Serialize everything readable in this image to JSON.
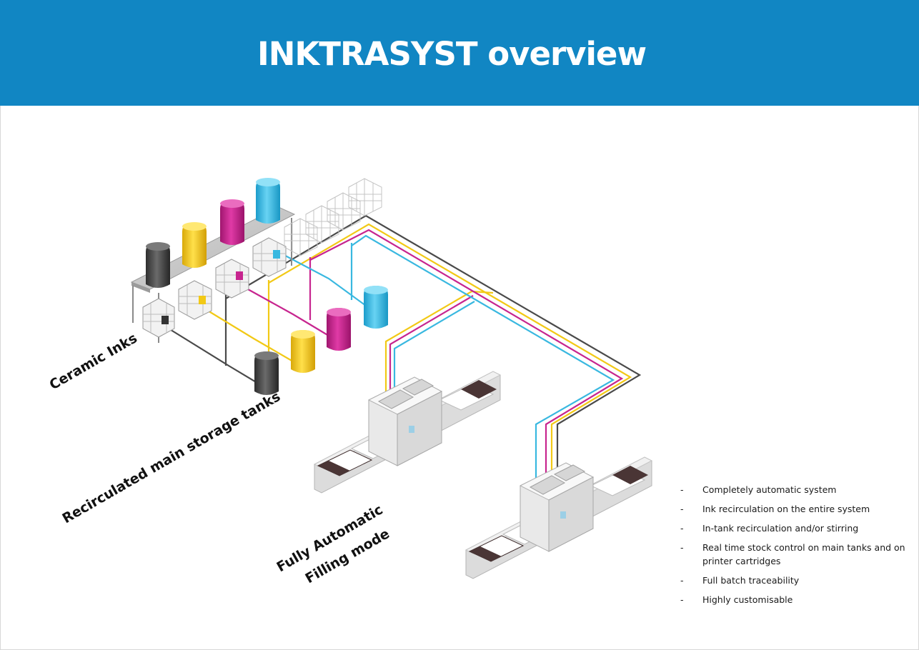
{
  "header": {
    "title": "INKTRASYST overview",
    "background": "#1186c3"
  },
  "labels": {
    "ceramic_inks": "Ceramic Inks",
    "storage_tanks": "Recirculated main storage tanks",
    "filling_line1": "Fully Automatic",
    "filling_line2": "Filling mode"
  },
  "ink_colors": {
    "black": "#4a4a4a",
    "yellow": "#f2c916",
    "magenta": "#c7258f",
    "cyan": "#39b8e0"
  },
  "features": {
    "bullet": "-",
    "items": [
      [
        "Completely automatic system"
      ],
      [
        "Ink recirculation on the entire system"
      ],
      [
        "In-tank recirculation and/or stirring"
      ],
      [
        "Real time stock control on main tanks and on",
        "printer cartridges"
      ],
      [
        "Full batch traceability"
      ],
      [
        "Highly customisable"
      ]
    ]
  }
}
